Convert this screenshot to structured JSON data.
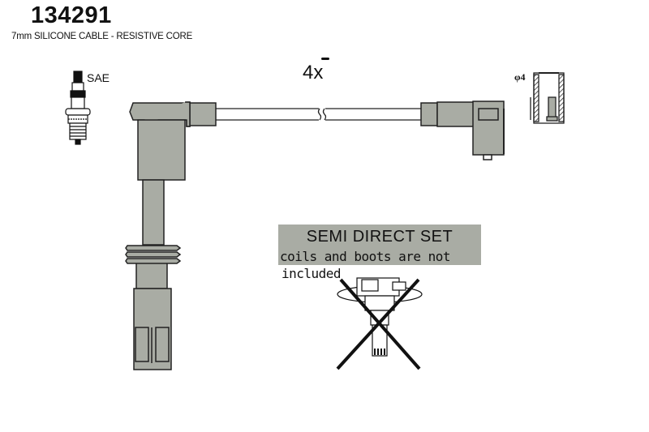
{
  "header": {
    "part_number": "134291",
    "description": "7mm SILICONE CABLE - RESISTIVE CORE"
  },
  "labels": {
    "quantity": "4x",
    "spark_plug_standard": "SAE",
    "terminal_diameter": "φ4"
  },
  "notice": {
    "title": "SEMI DIRECT SET",
    "line1": "coils and boots are not",
    "line2": "included"
  },
  "colors": {
    "part_fill": "#a9aca4",
    "outline": "#222222",
    "background": "#ffffff"
  },
  "illustrations": [
    "spark-plug-icon",
    "spark-plug-boot-straight-connector",
    "ignition-cable",
    "angled-coil-connector",
    "terminal-cross-section",
    "ignition-coil-crossed-out"
  ]
}
